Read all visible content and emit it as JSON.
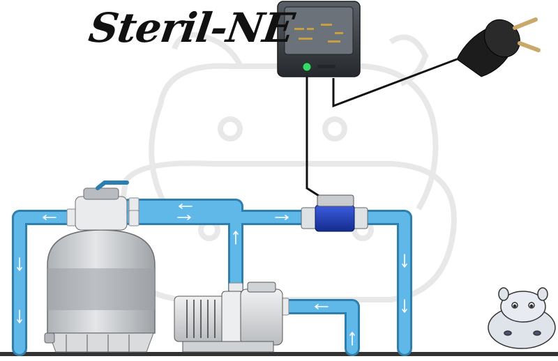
{
  "brand": {
    "title": "Steril-NE"
  },
  "colors": {
    "pipe": "#4aa9dd",
    "pipe_dark": "#2d7fb0",
    "controller": "#3a3f44",
    "cell_body": "#1f3fb8",
    "pump": "#d8dbdd",
    "filter": "#c8cbce",
    "ground": "#333333"
  },
  "components": [
    {
      "id": "controller",
      "icon": "control-unit-icon"
    },
    {
      "id": "plug",
      "icon": "power-plug-icon"
    },
    {
      "id": "cell",
      "icon": "electrolysis-cell-icon"
    },
    {
      "id": "filter",
      "icon": "sand-filter-icon"
    },
    {
      "id": "pump",
      "icon": "pool-pump-icon"
    },
    {
      "id": "mascot",
      "icon": "hippo-mascot-icon"
    }
  ]
}
